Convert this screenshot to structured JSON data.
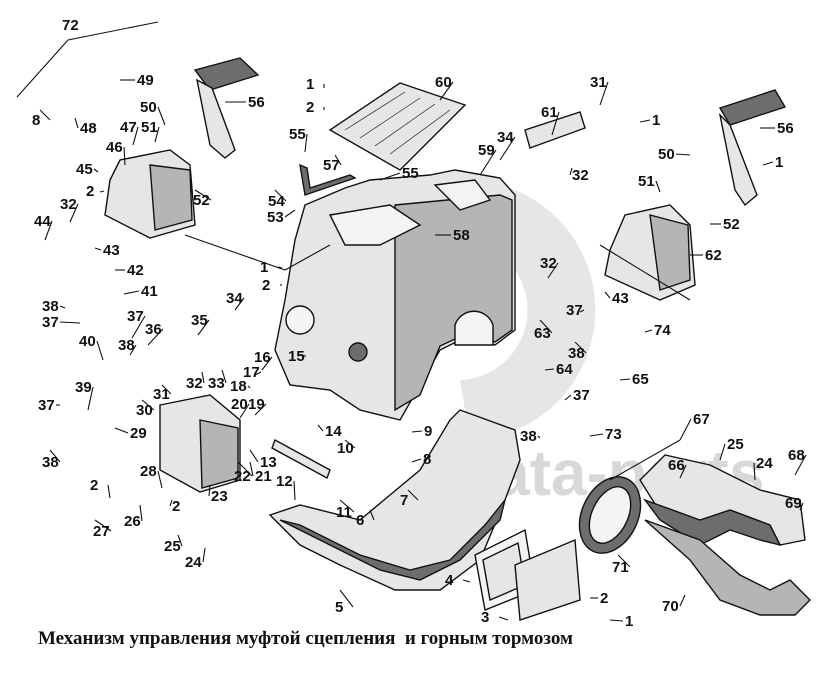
{
  "caption": "Механизм управления муфтой сцепления  и горным тормозом",
  "watermark": "data-parts",
  "parts": [
    {
      "id": "p72",
      "number": "72"
    },
    {
      "id": "p49",
      "number": "49"
    },
    {
      "id": "p56a",
      "number": "56"
    },
    {
      "id": "p8a",
      "number": "8"
    },
    {
      "id": "p48",
      "number": "48"
    },
    {
      "id": "p50a",
      "number": "50"
    },
    {
      "id": "p47",
      "number": "47"
    },
    {
      "id": "p51a",
      "number": "51"
    },
    {
      "id": "p46",
      "number": "46"
    },
    {
      "id": "p45",
      "number": "45"
    },
    {
      "id": "p2a",
      "number": "2"
    },
    {
      "id": "p52a",
      "number": "52"
    },
    {
      "id": "p32a",
      "number": "32"
    },
    {
      "id": "p44",
      "number": "44"
    },
    {
      "id": "p43a",
      "number": "43"
    },
    {
      "id": "p42",
      "number": "42"
    },
    {
      "id": "p41",
      "number": "41"
    },
    {
      "id": "p38a",
      "number": "38"
    },
    {
      "id": "p37a",
      "number": "37"
    },
    {
      "id": "p37b",
      "number": "37"
    },
    {
      "id": "p36",
      "number": "36"
    },
    {
      "id": "p38b",
      "number": "38"
    },
    {
      "id": "p40",
      "number": "40"
    },
    {
      "id": "p35",
      "number": "35"
    },
    {
      "id": "p34a",
      "number": "34"
    },
    {
      "id": "p30",
      "number": "30"
    },
    {
      "id": "p31a",
      "number": "31"
    },
    {
      "id": "p32b",
      "number": "32"
    },
    {
      "id": "p33",
      "number": "33"
    },
    {
      "id": "p39",
      "number": "39"
    },
    {
      "id": "p37c",
      "number": "37"
    },
    {
      "id": "p29",
      "number": "29"
    },
    {
      "id": "p38c",
      "number": "38"
    },
    {
      "id": "p16",
      "number": "16"
    },
    {
      "id": "p17",
      "number": "17"
    },
    {
      "id": "p18",
      "number": "18"
    },
    {
      "id": "p15",
      "number": "15"
    },
    {
      "id": "p20",
      "number": "20"
    },
    {
      "id": "p19",
      "number": "19"
    },
    {
      "id": "p14",
      "number": "14"
    },
    {
      "id": "p10",
      "number": "10"
    },
    {
      "id": "p9",
      "number": "9"
    },
    {
      "id": "p8b",
      "number": "8"
    },
    {
      "id": "p7",
      "number": "7"
    },
    {
      "id": "p6",
      "number": "6"
    },
    {
      "id": "p13",
      "number": "13"
    },
    {
      "id": "p22",
      "number": "22"
    },
    {
      "id": "p21",
      "number": "21"
    },
    {
      "id": "p12",
      "number": "12"
    },
    {
      "id": "p11",
      "number": "11"
    },
    {
      "id": "p23",
      "number": "23"
    },
    {
      "id": "p28",
      "number": "28"
    },
    {
      "id": "p2b",
      "number": "2"
    },
    {
      "id": "p2c",
      "number": "2"
    },
    {
      "id": "p26",
      "number": "26"
    },
    {
      "id": "p27",
      "number": "27"
    },
    {
      "id": "p25a",
      "number": "25"
    },
    {
      "id": "p24a",
      "number": "24"
    },
    {
      "id": "p5",
      "number": "5"
    },
    {
      "id": "p1a",
      "number": "1"
    },
    {
      "id": "p2d",
      "number": "2"
    },
    {
      "id": "p60",
      "number": "60"
    },
    {
      "id": "p55a",
      "number": "55"
    },
    {
      "id": "p57",
      "number": "57"
    },
    {
      "id": "p54",
      "number": "54"
    },
    {
      "id": "p55b",
      "number": "55"
    },
    {
      "id": "p53",
      "number": "53"
    },
    {
      "id": "p58",
      "number": "58"
    },
    {
      "id": "p59",
      "number": "59"
    },
    {
      "id": "p1b",
      "number": "1"
    },
    {
      "id": "p2e",
      "number": "2"
    },
    {
      "id": "p34b",
      "number": "34"
    },
    {
      "id": "p61",
      "number": "61"
    },
    {
      "id": "p31b",
      "number": "31"
    },
    {
      "id": "p1c",
      "number": "1"
    },
    {
      "id": "p32c",
      "number": "32"
    },
    {
      "id": "p56b",
      "number": "56"
    },
    {
      "id": "p50b",
      "number": "50"
    },
    {
      "id": "p1d",
      "number": "1"
    },
    {
      "id": "p51b",
      "number": "51"
    },
    {
      "id": "p52b",
      "number": "52"
    },
    {
      "id": "p62",
      "number": "62"
    },
    {
      "id": "p32d",
      "number": "32"
    },
    {
      "id": "p43b",
      "number": "43"
    },
    {
      "id": "p63",
      "number": "63"
    },
    {
      "id": "p37d",
      "number": "37"
    },
    {
      "id": "p74",
      "number": "74"
    },
    {
      "id": "p38d",
      "number": "38"
    },
    {
      "id": "p64",
      "number": "64"
    },
    {
      "id": "p65",
      "number": "65"
    },
    {
      "id": "p37e",
      "number": "37"
    },
    {
      "id": "p38e",
      "number": "38"
    },
    {
      "id": "p73",
      "number": "73"
    },
    {
      "id": "p67",
      "number": "67"
    },
    {
      "id": "p25b",
      "number": "25"
    },
    {
      "id": "p66",
      "number": "66"
    },
    {
      "id": "p24b",
      "number": "24"
    },
    {
      "id": "p68",
      "number": "68"
    },
    {
      "id": "p69",
      "number": "69"
    },
    {
      "id": "p71",
      "number": "71"
    },
    {
      "id": "p4",
      "number": "4"
    },
    {
      "id": "p2f",
      "number": "2"
    },
    {
      "id": "p3",
      "number": "3"
    },
    {
      "id": "p1e",
      "number": "1"
    },
    {
      "id": "p70",
      "number": "70"
    }
  ]
}
